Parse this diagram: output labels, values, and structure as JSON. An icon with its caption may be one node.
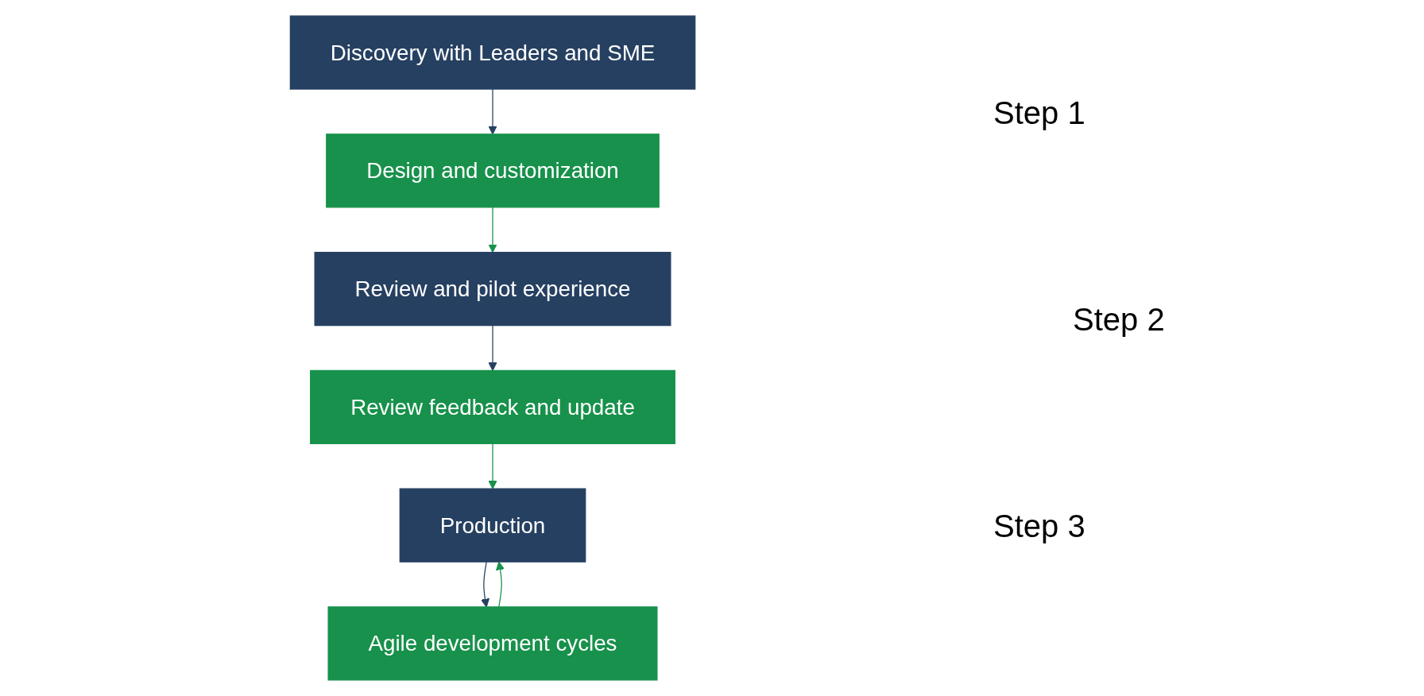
{
  "diagram": {
    "nodes": [
      {
        "text": [
          "Discovery with Leaders and SME"
        ]
      },
      {
        "text": [
          "Design and customization"
        ]
      },
      {
        "text": [
          "Review and pilot experience"
        ]
      },
      {
        "text": [
          "Review feedback and update"
        ]
      },
      {
        "text": [
          "Production"
        ]
      },
      {
        "text": [
          "Agile development cycles"
        ]
      }
    ],
    "edges": [
      {
        "from": 0,
        "to": 1,
        "arrow": "to",
        "color": "#264061"
      },
      {
        "from": 1,
        "to": 2,
        "arrow": "to",
        "color": "#17914b"
      },
      {
        "from": 2,
        "to": 3,
        "arrow": "to",
        "color": "#264061"
      },
      {
        "from": 3,
        "to": 4,
        "arrow": "to",
        "color": "#17914b"
      },
      {
        "from": 4,
        "to": 5,
        "arrow": "to",
        "color": "#264061"
      },
      {
        "from": 5,
        "to": 4,
        "arrow": "to",
        "color": "#17914b"
      }
    ],
    "labels": [
      "Step 1",
      "Step 2",
      "Step 3"
    ]
  }
}
